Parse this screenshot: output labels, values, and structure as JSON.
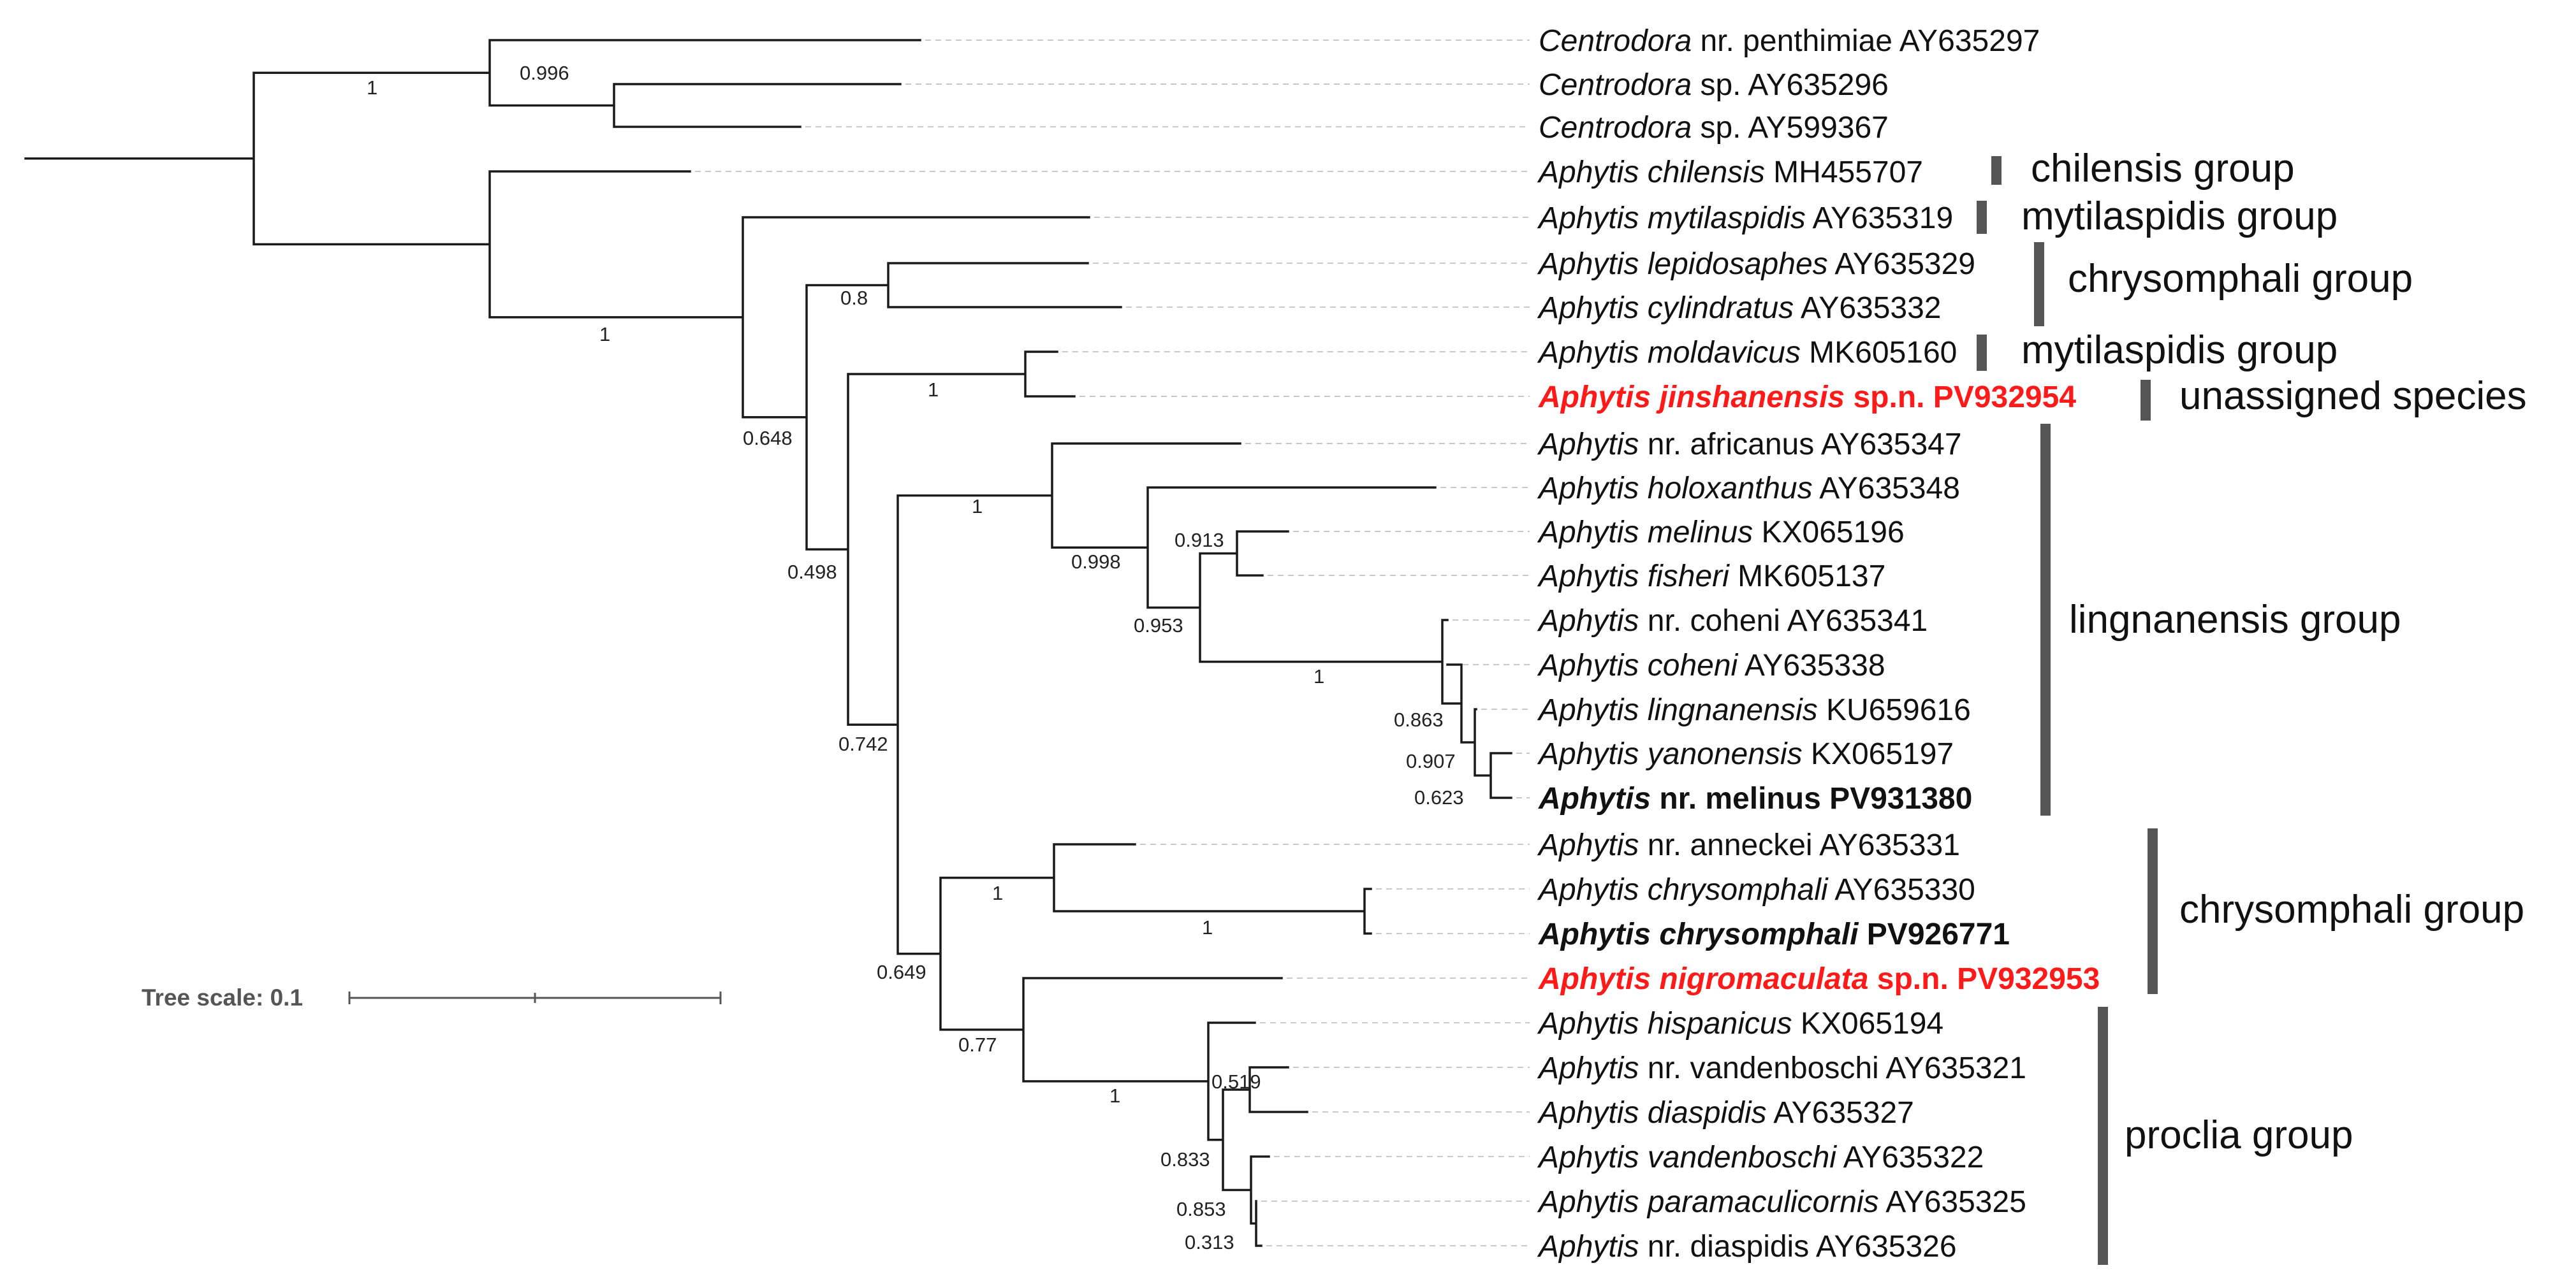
{
  "tree_scale": {
    "label": "Tree scale: 0.1"
  },
  "taxa": [
    {
      "genus": "Centrodora",
      "epithet": " nr. penthimiae",
      "accession": " AY635297",
      "style": "normal"
    },
    {
      "genus": "Centrodora",
      "epithet": " sp.",
      "accession": " AY635296",
      "style": "normal"
    },
    {
      "genus": "Centrodora",
      "epithet": " sp.",
      "accession": " AY599367",
      "style": "normal"
    },
    {
      "genus": "Aphytis chilensis",
      "epithet": "",
      "accession": " MH455707",
      "style": "normal"
    },
    {
      "genus": "Aphytis mytilaspidis",
      "epithet": "",
      "accession": " AY635319",
      "style": "normal"
    },
    {
      "genus": "Aphytis lepidosaphes",
      "epithet": "",
      "accession": " AY635329",
      "style": "normal"
    },
    {
      "genus": "Aphytis cylindratus",
      "epithet": "",
      "accession": " AY635332",
      "style": "normal"
    },
    {
      "genus": "Aphytis moldavicus",
      "epithet": "",
      "accession": " MK605160",
      "style": "normal"
    },
    {
      "genus": "Aphytis jinshanensis",
      "epithet": " sp.n.",
      "accession": " PV932954",
      "style": "new"
    },
    {
      "genus": "Aphytis",
      "epithet": " nr. africanus",
      "accession": " AY635347",
      "style": "normal"
    },
    {
      "genus": "Aphytis holoxanthus",
      "epithet": "",
      "accession": " AY635348",
      "style": "normal"
    },
    {
      "genus": "Aphytis melinus",
      "epithet": "",
      "accession": " KX065196",
      "style": "normal"
    },
    {
      "genus": "Aphytis fisheri",
      "epithet": "",
      "accession": " MK605137",
      "style": "normal"
    },
    {
      "genus": "Aphytis",
      "epithet": " nr. coheni",
      "accession": " AY635341",
      "style": "normal"
    },
    {
      "genus": "Aphytis coheni",
      "epithet": "",
      "accession": " AY635338",
      "style": "normal"
    },
    {
      "genus": "Aphytis lingnanensis",
      "epithet": "",
      "accession": " KU659616",
      "style": "normal"
    },
    {
      "genus": "Aphytis yanonensis",
      "epithet": "",
      "accession": " KX065197",
      "style": "normal"
    },
    {
      "genus": "Aphytis",
      "epithet": " nr. melinus",
      "accession": " PV931380",
      "style": "bold"
    },
    {
      "genus": "Aphytis",
      "epithet": " nr. anneckei",
      "accession": " AY635331",
      "style": "normal"
    },
    {
      "genus": "Aphytis chrysomphali",
      "epithet": "",
      "accession": " AY635330",
      "style": "normal"
    },
    {
      "genus": "Aphytis chrysomphali",
      "epithet": "",
      "accession": " PV926771",
      "style": "bold"
    },
    {
      "genus": "Aphytis nigromaculata",
      "epithet": " sp.n.",
      "accession": " PV932953",
      "style": "new"
    },
    {
      "genus": "Aphytis hispanicus",
      "epithet": "",
      "accession": " KX065194",
      "style": "normal"
    },
    {
      "genus": "Aphytis",
      "epithet": " nr. vandenboschi",
      "accession": " AY635321",
      "style": "normal"
    },
    {
      "genus": "Aphytis diaspidis",
      "epithet": "",
      "accession": " AY635327",
      "style": "normal"
    },
    {
      "genus": "Aphytis vandenboschi",
      "epithet": "",
      "accession": " AY635322",
      "style": "normal"
    },
    {
      "genus": "Aphytis paramaculicornis",
      "epithet": "",
      "accession": " AY635325",
      "style": "normal"
    },
    {
      "genus": "Aphytis",
      "epithet": " nr. diaspidis",
      "accession": " AY635326",
      "style": "normal"
    }
  ],
  "support_values": [
    "1",
    "0.996",
    "1",
    "0.648",
    "0.8",
    "0.498",
    "1",
    "0.742",
    "1",
    "0.998",
    "0.913",
    "0.953",
    "1",
    "0.863",
    "0.907",
    "0.623",
    "0.649",
    "1",
    "1",
    "0.77",
    "1",
    "0.519",
    "0.833",
    "0.853",
    "0.313"
  ],
  "groups": [
    {
      "label": "chilensis group"
    },
    {
      "label": "mytilaspidis group"
    },
    {
      "label": "chrysomphali group"
    },
    {
      "label": "mytilaspidis group"
    },
    {
      "label": "unassigned species"
    },
    {
      "label": "lingnanensis group"
    },
    {
      "label": "chrysomphali group"
    },
    {
      "label": "proclia group"
    }
  ]
}
